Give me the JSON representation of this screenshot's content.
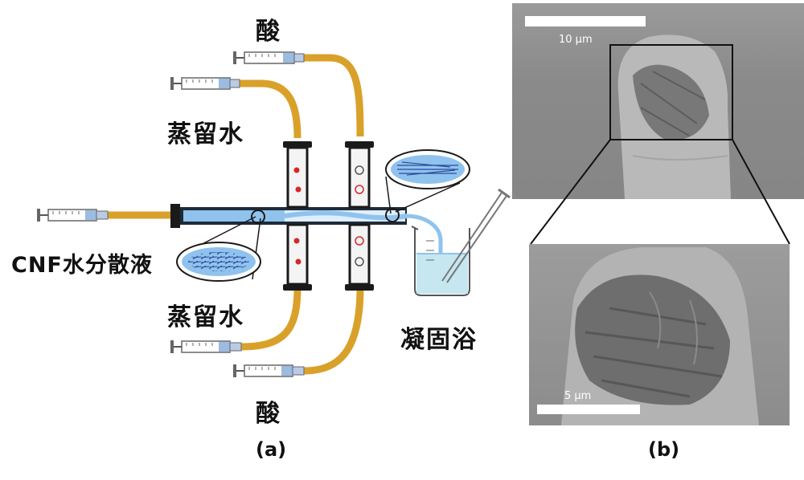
{
  "panel_a": {
    "labels": {
      "acid_top": "酸",
      "water_top": "蒸留水",
      "cnf": "CNF水分散液",
      "water_bottom": "蒸留水",
      "coagulation_bath": "凝固浴",
      "acid_bottom": "酸"
    },
    "caption": "(a)"
  },
  "panel_b": {
    "caption": "(b)",
    "top_scale_label": "10 μm",
    "bottom_scale_label": "5 μm"
  },
  "colors": {
    "tube_yellow": "#d9a12a",
    "channel_blue": "#8fc3ee",
    "flange_black": "#1a1a1a",
    "sem_gray": "#8d8d8d"
  }
}
